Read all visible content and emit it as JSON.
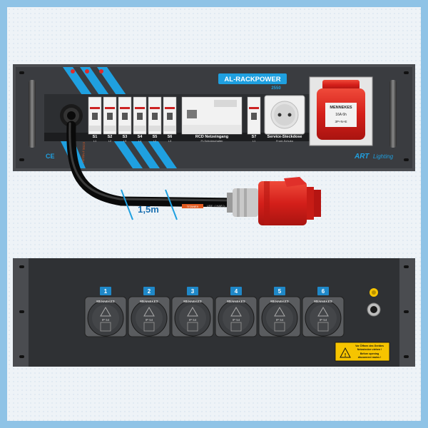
{
  "front_panel": {
    "brand_title": "AL-RACKPOWER",
    "brand_subtitle": "2550",
    "breakers": [
      {
        "label": "S1",
        "phase": "L1"
      },
      {
        "label": "S2",
        "phase": "L2"
      },
      {
        "label": "S3",
        "phase": "L3"
      },
      {
        "label": "S4",
        "phase": "L1"
      },
      {
        "label": "S5",
        "phase": "L2"
      },
      {
        "label": "S6",
        "phase": "L3"
      }
    ],
    "rcd_label": "RCD Netzeingang",
    "rcd_sublabel": "FI-Schutzschalter",
    "s7_label": "S7",
    "s7_phase": "L1",
    "service_label": "Service-Steckdose",
    "service_sublabel": "Front-Schuko",
    "cee_brand": "MENNEKES",
    "cee_rating": "16A 6h",
    "cee_spec": "3P+N+E",
    "logo_art": "ART",
    "logo_lighting": "Lighting",
    "ce_mark": "CE"
  },
  "cable": {
    "length_label": "1,5m",
    "marking": "TITANEX",
    "marking2": "H07RN-F 5G2,5",
    "marking3": "USE ◁ HAR ▷"
  },
  "rear_panel": {
    "sockets": [
      {
        "number": "1",
        "brand": "MENNEKES",
        "ip": "IP 54"
      },
      {
        "number": "2",
        "brand": "MENNEKES",
        "ip": "IP 54"
      },
      {
        "number": "3",
        "brand": "MENNEKES",
        "ip": "IP 54"
      },
      {
        "number": "4",
        "brand": "MENNEKES",
        "ip": "IP 54"
      },
      {
        "number": "5",
        "brand": "MENNEKES",
        "ip": "IP 54"
      },
      {
        "number": "6",
        "brand": "MENNEKES",
        "ip": "IP 54"
      }
    ],
    "warning_line1": "Vor Öffnen des Gerätes",
    "warning_line2": "Netzstecker ziehen !",
    "warning_line3": "Before opening",
    "warning_line4": "disconnect mains !"
  },
  "colors": {
    "panel": "#3a3c40",
    "accent_blue": "#1fa0e0",
    "cee_red": "#d62020",
    "warning_yellow": "#f6c400"
  }
}
